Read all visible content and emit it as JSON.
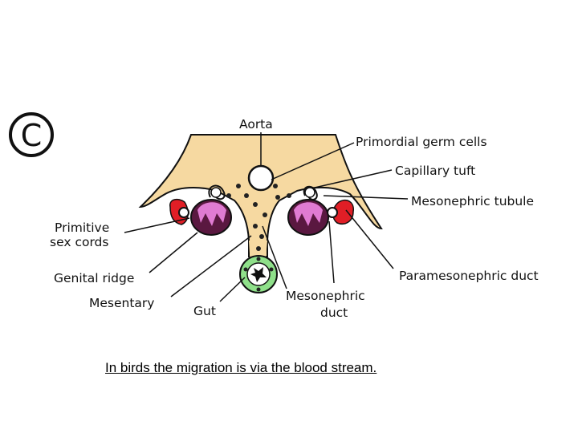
{
  "panel_letter": "C",
  "labels": {
    "aorta": "Aorta",
    "primordial_germ_cells": "Primordial germ cells",
    "capillary_tuft": "Capillary  tuft",
    "mesonephric_tubule": "Mesonephric  tubule",
    "primitive": "Primitive",
    "sex_cords": "sex cords",
    "genital_ridge": "Genital ridge",
    "mesentary": "Mesentary",
    "gut": "Gut",
    "mesonephric": "Mesonephric",
    "duct": "duct",
    "paramesonephric_duct": "Paramesonephric  duct"
  },
  "caption": "In birds the migration is via the blood stream.",
  "colors": {
    "tissue": "#f6d9a1",
    "sex_cords": "#e07bd2",
    "genital_ridge": "#5a1840",
    "paramesonephric_duct": "#e01e26",
    "gut": "#8fe08a",
    "outline": "#111111"
  }
}
